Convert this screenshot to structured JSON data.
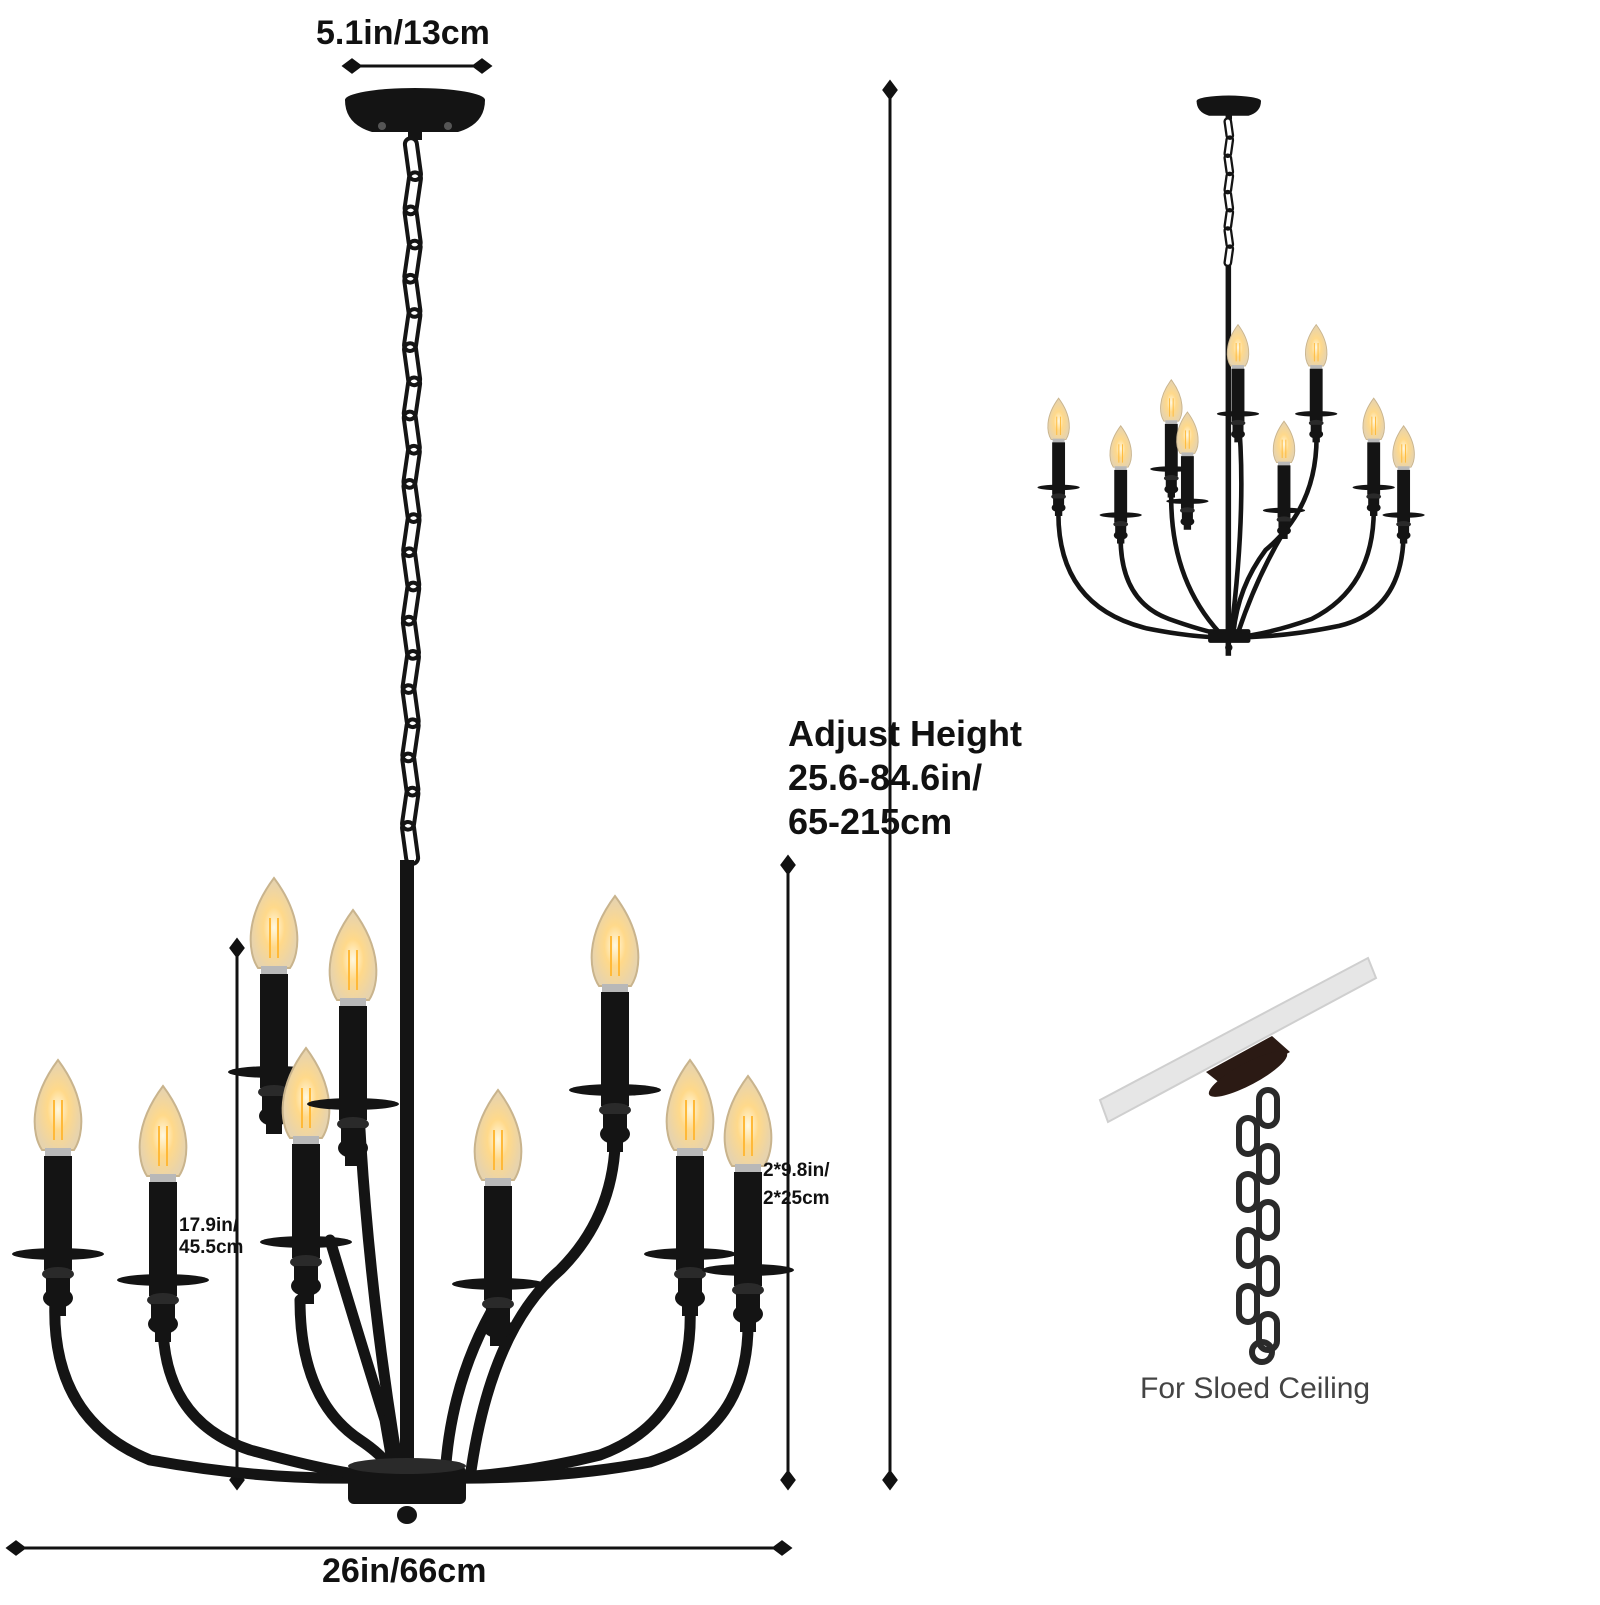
{
  "dimensions": {
    "canopy_width": "5.1in/13cm",
    "total_width": "26in/66cm",
    "adjust_height_title": "Adjust  Height",
    "adjust_height_in": "25.6-84.6in/",
    "adjust_height_cm": "65-215cm",
    "body_height_in": "17.9in/",
    "body_height_cm": "45.5cm",
    "arm_height_in": "2*9.8in/",
    "arm_height_cm": "2*25cm"
  },
  "slope_caption": "For Sloed Ceiling",
  "colors": {
    "metal": "#141414",
    "bulb_glass": "#f3e6c8",
    "bulb_glow": "#ffcf6a",
    "dimension_line": "#111111",
    "ceiling_plate": "#e6e6e6"
  }
}
